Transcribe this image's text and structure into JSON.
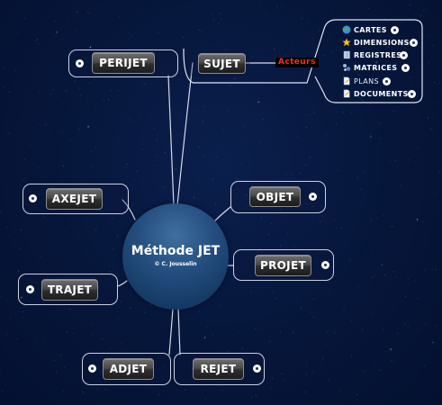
{
  "center": {
    "title": "Méthode JET",
    "subtitle": "© C. Jousselin"
  },
  "branches": {
    "sujet": "SUJET",
    "perijet": "PERIJET",
    "objet": "OBJET",
    "axejet": "AXEJET",
    "projet": "PROJET",
    "trajet": "TRAJET",
    "adjet": "ADJET",
    "rejet": "REJET"
  },
  "sujet_callout": "Acteurs",
  "sujet_items": [
    {
      "label": "CARTES",
      "icon": "globe-icon"
    },
    {
      "label": "DIMENSIONS",
      "icon": "star-icon"
    },
    {
      "label": "REGISTRES",
      "icon": "notebook-icon"
    },
    {
      "label": "MATRICES",
      "icon": "matrix-icon"
    },
    {
      "label": "PLANS",
      "icon": "document-icon"
    },
    {
      "label": "DOCUMENTS",
      "icon": "document-icon"
    }
  ],
  "colors": {
    "background": "#06163a",
    "center": "#1e4a7a",
    "callout_text": "#ff2b1a",
    "star_icon": "#f6c21c"
  }
}
